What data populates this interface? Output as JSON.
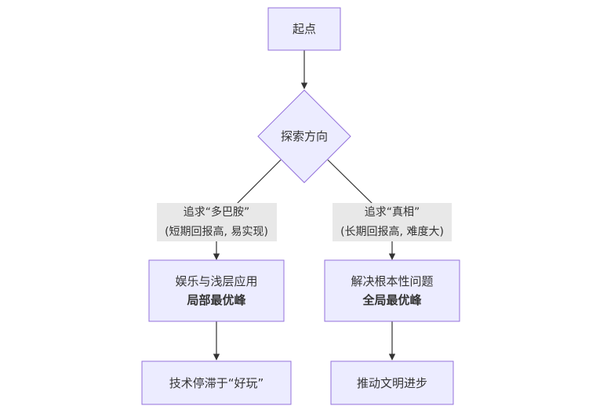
{
  "colors": {
    "node_fill": "#ECECFF",
    "node_stroke": "#9370DB",
    "edge": "#333333",
    "label_bg": "#E8E8E8",
    "text": "#333333"
  },
  "nodes": {
    "start": {
      "text": "起点"
    },
    "decision": {
      "text": "探索方向"
    },
    "left_mid": {
      "line1": "娱乐与浅层应用",
      "line2": "局部最优峰"
    },
    "right_mid": {
      "line1": "解决根本性问题",
      "line2": "全局最优峰"
    },
    "left_end": {
      "text": "技术停滞于“好玩”"
    },
    "right_end": {
      "text": "推动文明进步"
    }
  },
  "edge_labels": {
    "left": {
      "line1": "追求“多巴胺”",
      "line2": "(短期回报高, 易实现)"
    },
    "right": {
      "line1": "追求“真相”",
      "line2": "(长期回报高, 难度大)"
    }
  }
}
